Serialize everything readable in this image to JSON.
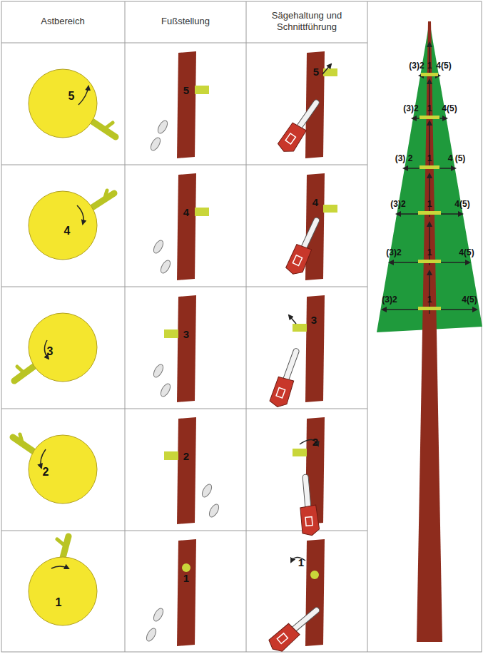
{
  "diagram": {
    "nodes": [
      {
        "text": [
          "5"
        ]
      },
      {
        "text": [
          "4"
        ]
      },
      {
        "text": [
          "3"
        ]
      },
      {
        "text": [
          "2"
        ]
      },
      {
        "text": [
          "1"
        ]
      }
    ],
    "labels": [
      "Astbereich",
      "Fußstellung",
      "Sägehaltung und Schnittführung",
      "5",
      "5",
      "4",
      "4",
      "3",
      "3",
      "2",
      "2",
      "1",
      "1",
      "(3)2",
      "1",
      "4(5)",
      "(3)2",
      "1",
      "4(5)",
      "(3) 2",
      "1",
      "4 (5)",
      "(3)2",
      "1",
      "4(5)",
      "(3)2",
      "1",
      "4(5)",
      "(3)2",
      "1",
      "4(5)"
    ]
  }
}
